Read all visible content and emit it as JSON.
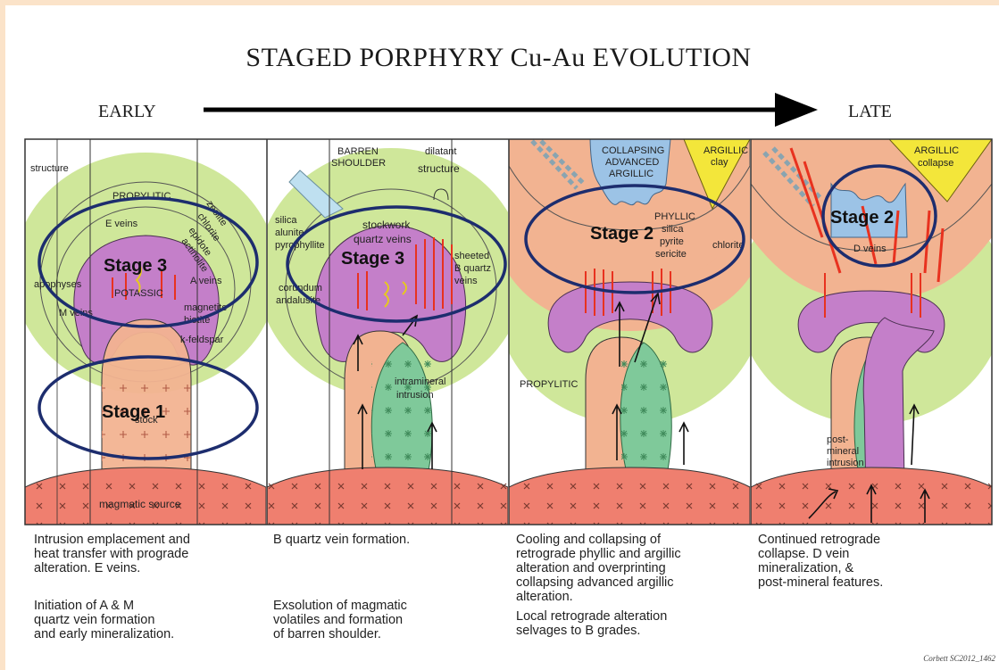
{
  "title": "STAGED PORPHYRY Cu-Au EVOLUTION",
  "timeline": {
    "early": "EARLY",
    "late": "LATE"
  },
  "panels": [
    {
      "labels": {
        "structure": "structure",
        "propylitic": "PROPYLITIC",
        "zeolite": "zeolite",
        "chlorite": "chlorite",
        "epidote": "epidote",
        "actinolite": "actinolite",
        "e_veins": "E veins",
        "apophyses": "apophyses",
        "m_veins": "M veins",
        "a_veins": "A veins",
        "potassic": "POTASSIC",
        "magnetite": "magnetite",
        "biotite": "biotite",
        "kfeldspar": "k-feldspar",
        "stock": "stock",
        "magmatic_source": "magmatic source"
      },
      "stages": [
        "Stage 3",
        "Stage 1"
      ],
      "caption": [
        "Intrusion emplacement and",
        "heat transfer with prograde",
        "alteration. E veins.",
        "",
        "Initiation of A & M",
        "quartz vein formation",
        "and early mineralization."
      ]
    },
    {
      "labels": {
        "barren_shoulder_1": "BARREN",
        "barren_shoulder_2": "SHOULDER",
        "dilatant_1": "dilatant",
        "dilatant_2": "structure",
        "silica": "silica",
        "alunite": "alunite",
        "pyrophyllite": "pyrophyllite",
        "stockwork_1": "stockwork",
        "stockwork_2": "quartz veins",
        "sheeted_1": "sheeted",
        "sheeted_2": "B quartz",
        "sheeted_3": "veins",
        "corundum": "corundum",
        "andalusite": "andalusite",
        "intramineral_1": "intramineral",
        "intramineral_2": "intrusion"
      },
      "stages": [
        "Stage 3"
      ],
      "caption": [
        "B quartz vein formation.",
        "",
        "",
        "",
        "Exsolution of magmatic",
        "volatiles and formation",
        "of barren shoulder."
      ]
    },
    {
      "labels": {
        "collapsing_1": "COLLAPSING",
        "collapsing_2": "ADVANCED",
        "collapsing_3": "ARGILLIC",
        "argillic": "ARGILLIC",
        "clay": "clay",
        "phyllic": "PHYLLIC",
        "silica": "silica",
        "pyrite": "pyrite",
        "sericite": "sericite",
        "chlorite": "chlorite",
        "propylitic": "PROPYLITIC"
      },
      "stages": [
        "Stage 2"
      ],
      "caption": [
        "Cooling and collapsing of",
        "retrograde phyllic and argillic",
        "alteration and overprinting",
        "collapsing advanced argillic",
        "alteration.",
        "Local retrograde alteration",
        "selvages to B grades."
      ]
    },
    {
      "labels": {
        "argillic": "ARGILLIC",
        "collapse": "collapse",
        "d_veins": "D veins",
        "post_mineral_1": "post-",
        "post_mineral_2": "mineral",
        "post_mineral_3": "intrusion"
      },
      "stages": [
        "Stage 2"
      ],
      "caption": [
        "Continued retrograde",
        "collapse. D vein",
        "mineralization, &",
        "post-mineral features."
      ]
    }
  ],
  "credit": "Corbett SC2012_1462",
  "colors": {
    "propylitic_green": "#cfe79a",
    "phyllic_salmon": "#f2b391",
    "potassic_purple": "#c47fc9",
    "magma_red": "#ef7f6f",
    "intrusion_green": "#7fc99a",
    "argillic_yellow": "#f3e63a",
    "advanced_blue": "#9cc3e6",
    "stage_ellipse": "#1d2d6e",
    "vein_red": "#e8321f"
  }
}
